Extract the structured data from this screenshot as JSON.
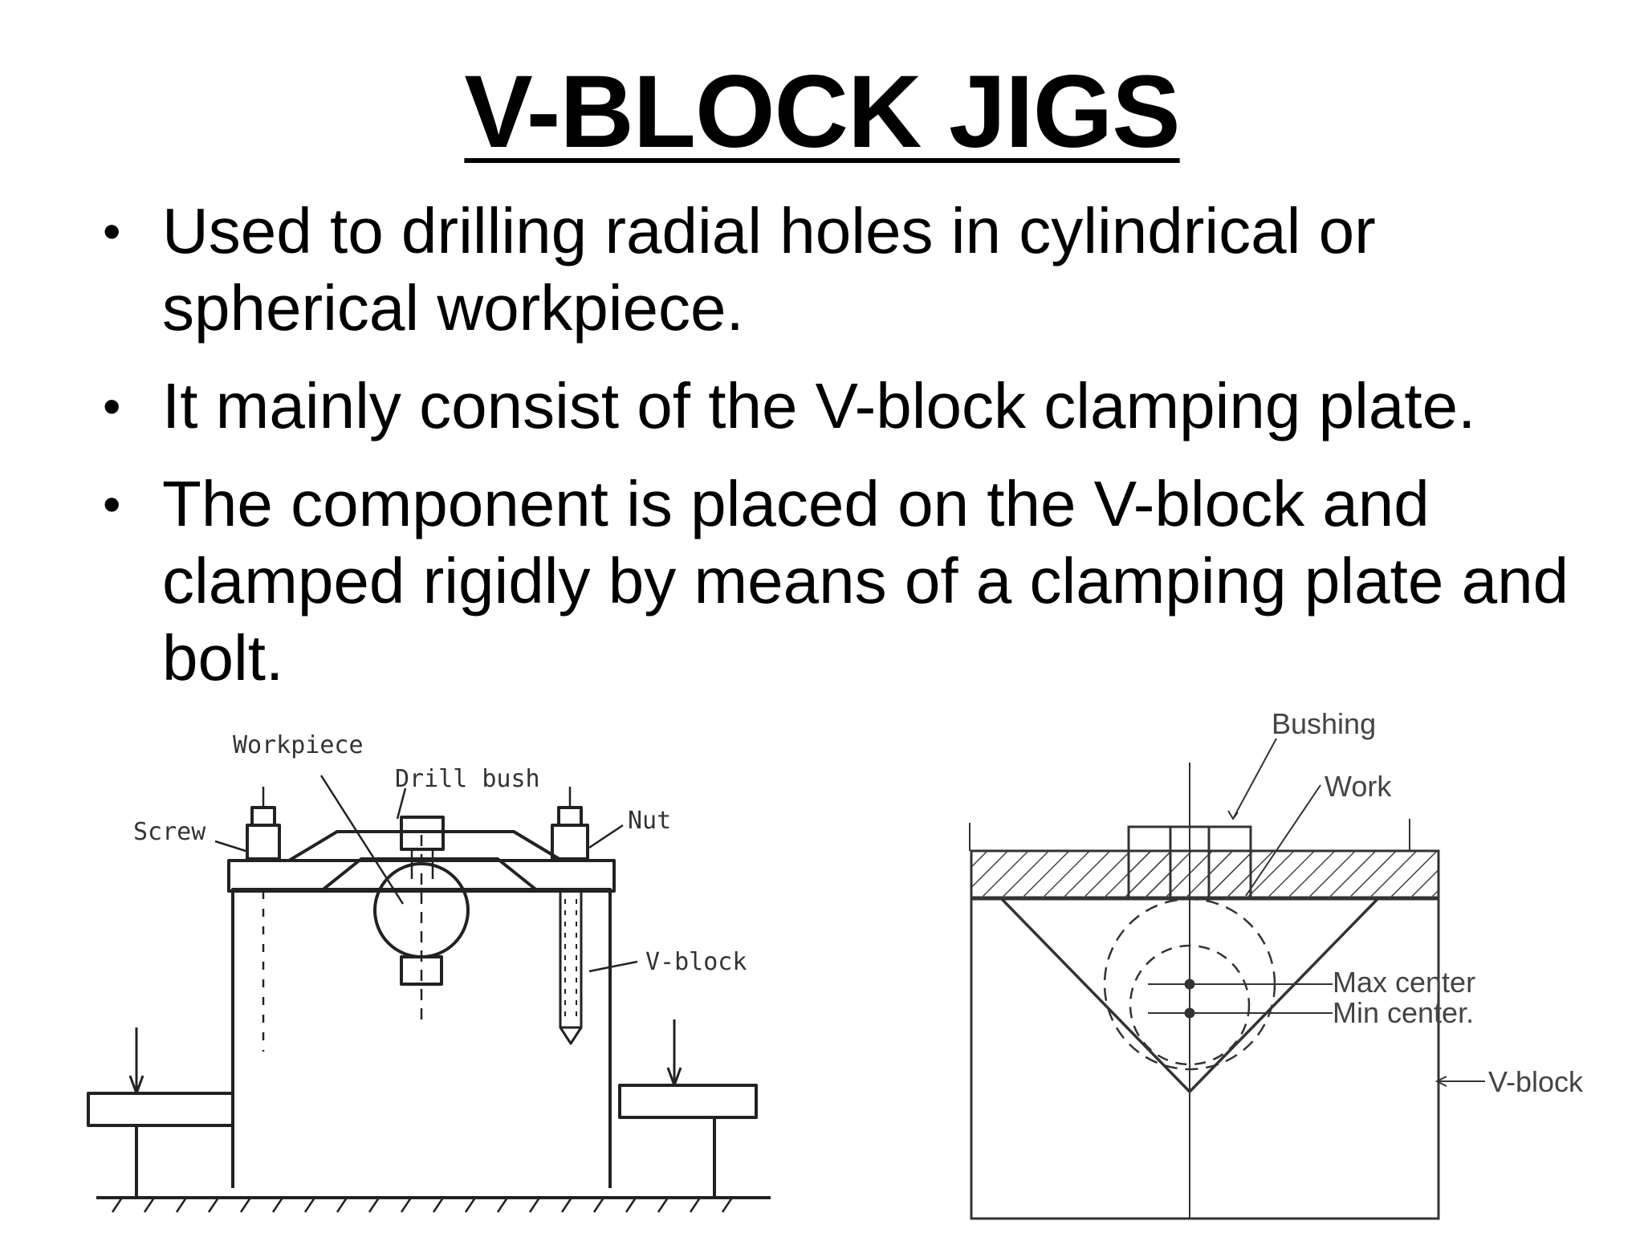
{
  "slide": {
    "title": "V-BLOCK JIGS",
    "bullets": [
      {
        "text": "Used to drilling radial holes in cylindrical or spherical workpiece."
      },
      {
        "text": "It mainly consist of the V-block clamping plate."
      },
      {
        "text": "The component is placed on the V-block and clamped rigidly by means of a clamping plate and  bolt."
      }
    ],
    "bullet_glyph": "•"
  },
  "figure_left": {
    "labels": {
      "workpiece": "Workpiece",
      "drill_bush": "Drill bush",
      "screw": "Screw",
      "nut": "Nut",
      "v_block": "V-block"
    }
  },
  "figure_right": {
    "labels": {
      "bushing": "Bushing",
      "work": "Work",
      "max_center": "Max center",
      "min_center": "Min center.",
      "v_block": "V-block"
    }
  }
}
